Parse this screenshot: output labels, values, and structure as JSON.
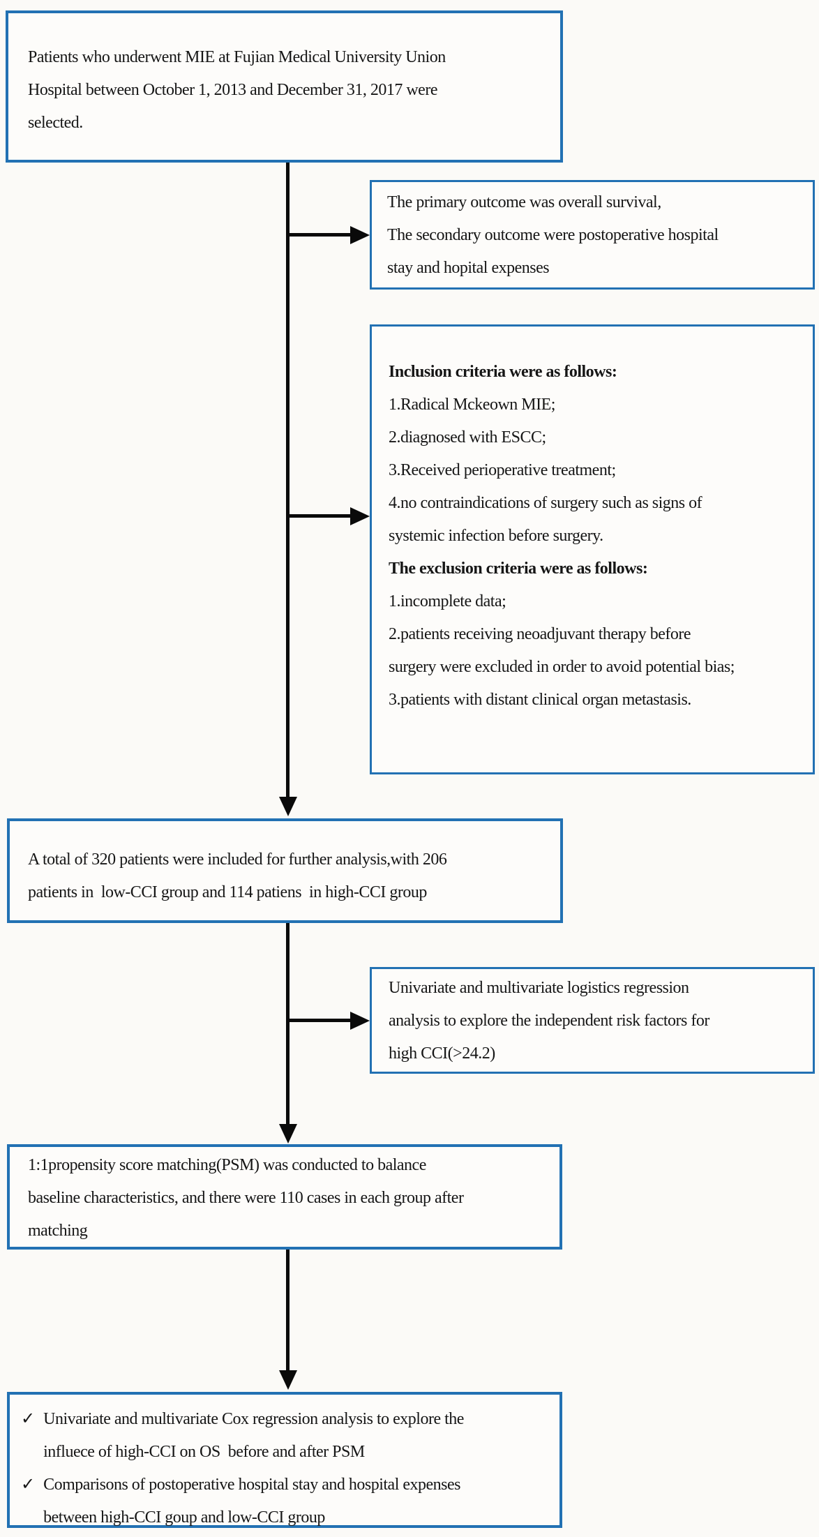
{
  "colors": {
    "box_border": "#2271b3",
    "arrow": "#0a0a0a",
    "background": "#fbfaf7",
    "text": "#161616"
  },
  "boxes": {
    "selection": {
      "text": "Patients who underwent MIE at Fujian Medical University Union\nHospital between October 1, 2013 and December 31, 2017 were\nselected."
    },
    "outcomes": {
      "text": "The primary outcome was overall survival,\nThe secondary outcome were postoperative hospital\nstay and hopital expenses"
    },
    "criteria": {
      "inclusion_header": "Inclusion criteria were as follows:",
      "inclusion_items": "1.Radical Mckeown MIE;\n2.diagnosed with ESCC;\n3.Received perioperative treatment;\n4.no contraindications of surgery such as signs of\nsystemic infection before surgery.",
      "exclusion_header": "The exclusion criteria were as follows:",
      "exclusion_items": "1.incomplete data;\n2.patients receiving neoadjuvant therapy before\nsurgery were excluded in order to avoid potential bias;\n3.patients with distant clinical organ metastasis."
    },
    "cohort": {
      "text": "A total of 320 patients were included for further analysis,with 206\npatients in  low-CCI group and 114 patiens  in high-CCI group"
    },
    "regression": {
      "text": "Univariate and multivariate logistics regression\nanalysis to explore the independent risk factors for\nhigh CCI(>24.2)"
    },
    "psm": {
      "text": "1:1propensity score matching(PSM) was conducted to balance\nbaseline characteristics, and there were 110 cases in each group after\nmatching"
    },
    "final": {
      "items": [
        {
          "check": "✓",
          "text": "Univariate and multivariate Cox regression analysis to explore the\ninfluece of high-CCI on OS  before and after PSM"
        },
        {
          "check": "✓",
          "text": "Comparisons of postoperative hospital stay and hospital expenses\nbetween high-CCI goup and low-CCI group"
        }
      ]
    }
  }
}
